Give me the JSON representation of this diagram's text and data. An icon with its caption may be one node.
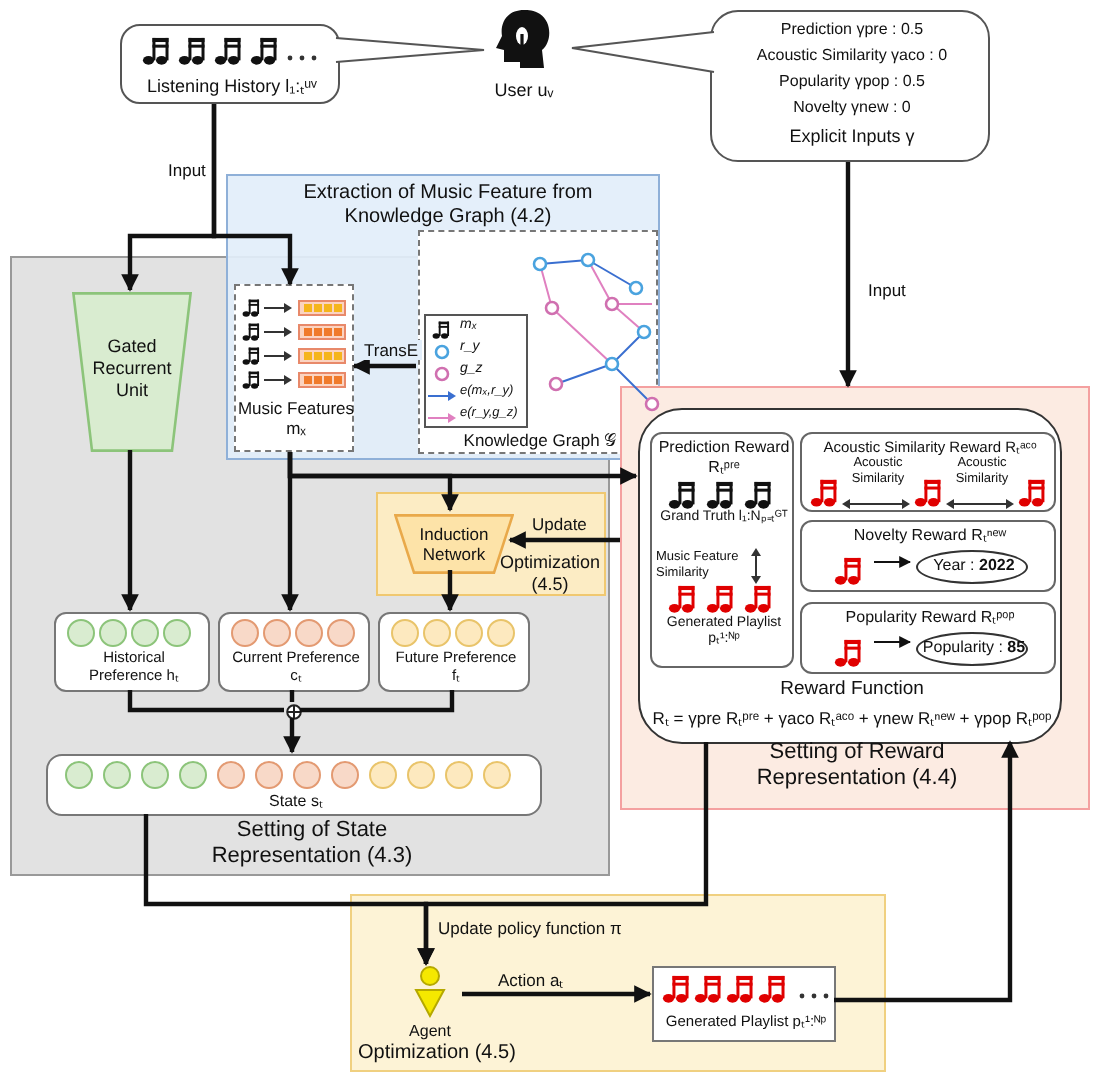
{
  "diagram": {
    "nodes": [
      {
        "text": [
          "Listening History l₁:ₜᵘᵛ"
        ]
      },
      {
        "text": [
          "User uᵥ"
        ]
      },
      {
        "text": [
          "Prediction γpre : 0.5",
          "Acoustic Similarity γaco : 0",
          "Popularity γpop : 0.5",
          "Novelty γnew : 0",
          "Explicit Inputs γ"
        ]
      },
      {
        "text": [
          "Setting of State Representation (4.3)"
        ]
      },
      {
        "text": [
          "Gated Recurrent Unit"
        ],
        "in": 3
      },
      {
        "text": [
          "Extraction of Music Feature from Knowledge Graph (4.2)"
        ]
      },
      {
        "text": [
          "Music Features mₓ"
        ]
      },
      {
        "text": [
          "mₓ",
          "r_y",
          "g_z",
          "e(mₓ,r_y)",
          "e(r_y,g_z)",
          "Knowledge Graph 𝒢"
        ],
        "in": 5
      },
      {
        "text": [
          "Optimization (4.5)"
        ],
        "in": 3
      },
      {
        "text": [
          "Induction Network"
        ],
        "in": 8
      },
      {
        "text": [
          "Historical Preference hₜ"
        ],
        "in": 3
      },
      {
        "text": [
          "Current Preference cₜ"
        ],
        "in": 3
      },
      {
        "text": [
          "Future Preference fₜ"
        ],
        "in": 3
      },
      {
        "text": [],
        "shape": "circle",
        "in": 3
      },
      {
        "text": [
          "State sₜ"
        ],
        "in": 3
      },
      {
        "text": [
          "Setting of Reward Representation (4.4)"
        ]
      },
      {
        "text": [
          "Reward Function",
          "Rₜ = γpre Rₜᵖʳᵉ + γaco Rₜᵃᶜᵒ + γnew Rₜⁿᵉʷ + γpop Rₜᵖᵒᵖ"
        ],
        "in": 15
      },
      {
        "text": [
          "Prediction Reward Rₜᵖʳᵉ",
          "Grand Truth l₁:Nₚ₌ₜᴳᵀ",
          "Music Feature Similarity",
          "Generated Playlist pₜ¹:ᴺᵖ"
        ],
        "in": 16
      },
      {
        "text": [
          "Acoustic Similarity Reward Rₜᵃᶜᵒ",
          "Acoustic Similarity",
          "Acoustic Similarity"
        ],
        "in": 16
      },
      {
        "text": [
          "Novelty Reward Rₜⁿᵉʷ"
        ],
        "in": 16
      },
      {
        "text": [
          "Year : **2022**"
        ],
        "in": 19
      },
      {
        "text": [
          "Popularity Reward Rₜᵖᵒᵖ"
        ],
        "in": 16
      },
      {
        "text": [
          "Popularity : **85**"
        ],
        "in": 21
      },
      {
        "text": [
          "Optimization (4.5)"
        ]
      },
      {
        "text": [
          "Agent"
        ],
        "in": 23
      },
      {
        "text": [
          "Generated Playlist pₜ¹:ᴺᵖ"
        ],
        "in": 23
      }
    ],
    "edges": [
      {
        "from": 0,
        "to": 4,
        "label": "Input",
        "arrow": "to"
      },
      {
        "from": 0,
        "to": 6,
        "arrow": "to"
      },
      {
        "from": 2,
        "to": 15,
        "label": "Input",
        "arrow": "to"
      },
      {
        "from": 7,
        "to": 6,
        "label": "TransE",
        "arrow": "to"
      },
      {
        "from": 4,
        "to": 10,
        "arrow": "to"
      },
      {
        "from": 6,
        "to": 11,
        "arrow": "to"
      },
      {
        "from": 6,
        "to": 9,
        "arrow": "to"
      },
      {
        "from": 6,
        "to": 16,
        "arrow": "to"
      },
      {
        "from": 15,
        "to": 9,
        "label": "Update",
        "arrow": "to"
      },
      {
        "from": 9,
        "to": 12,
        "arrow": "to"
      },
      {
        "from": 10,
        "to": 13,
        "arrow": "none"
      },
      {
        "from": 11,
        "to": 13,
        "arrow": "none"
      },
      {
        "from": 12,
        "to": 13,
        "arrow": "none"
      },
      {
        "from": 13,
        "to": 14,
        "arrow": "to"
      },
      {
        "from": 14,
        "to": 24,
        "label": "Update policy function π",
        "arrow": "to"
      },
      {
        "from": 16,
        "to": 24,
        "arrow": "to"
      },
      {
        "from": 24,
        "to": 25,
        "label": "Action aₜ",
        "arrow": "to"
      },
      {
        "from": 25,
        "to": 16,
        "arrow": "to"
      },
      {
        "from": null,
        "to": 20,
        "arrow": "to"
      },
      {
        "from": null,
        "to": 22,
        "arrow": "to"
      }
    ]
  }
}
